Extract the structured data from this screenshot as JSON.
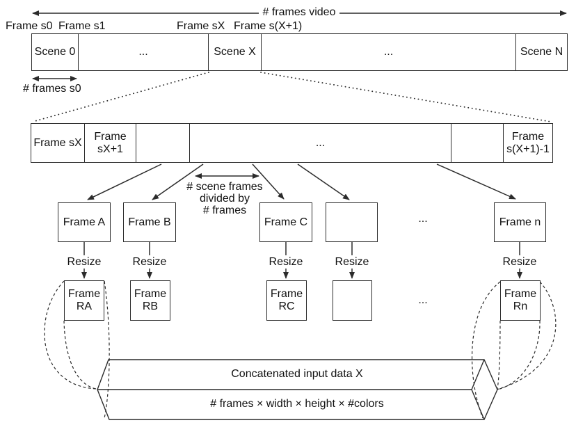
{
  "diagram": {
    "top": {
      "frames_video": "# frames video",
      "frame_s0": "Frame s0",
      "frame_s1": "Frame s1",
      "frame_sx": "Frame sX",
      "frame_sx1": "Frame s(X+1)",
      "frames_s0": "# frames s0",
      "scene_cells": [
        "Scene 0",
        "...",
        "Scene X",
        "...",
        "Scene N"
      ]
    },
    "detail_bar": {
      "cells": [
        "Frame sX",
        "Frame\nsX+1",
        "",
        "...",
        "",
        "Frame\ns(X+1)-1"
      ]
    },
    "sampling": {
      "note": "# scene frames\ndivided by\n# frames",
      "frames": [
        "Frame A",
        "Frame B",
        "Frame C",
        "",
        "Frame n"
      ],
      "dots": "...",
      "resize": "Resize",
      "resized": [
        "Frame\nRA",
        "Frame\nRB",
        "Frame\nRC",
        "",
        "Frame\nRn"
      ]
    },
    "concat": {
      "title": "Concatenated input data X",
      "dims": "# frames × width × height × #colors"
    },
    "colors": {
      "line": "#2b2b2b",
      "text": "#111111",
      "background": "#ffffff"
    }
  }
}
